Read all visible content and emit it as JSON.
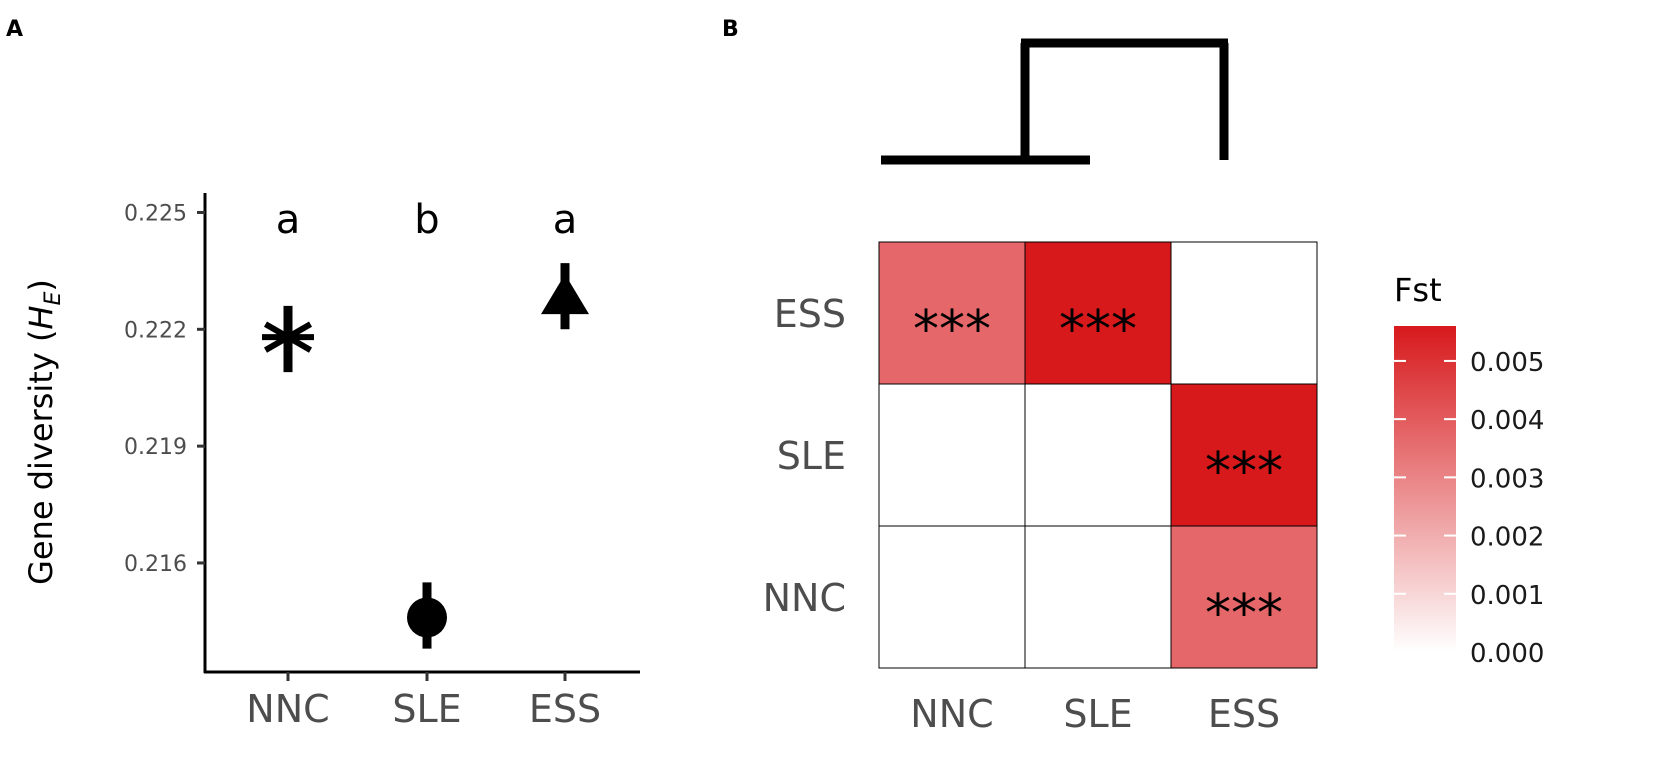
{
  "panels": {
    "a_label": "A",
    "b_label": "B"
  },
  "chart_data": [
    {
      "type": "scatter",
      "panel": "A",
      "title": "",
      "ylabel_prefix": "Gene diversity (",
      "ylabel_var": "H",
      "ylabel_sub": "E",
      "ylabel_suffix": ")",
      "xlabel": "",
      "categories": [
        "NNC",
        "SLE",
        "ESS"
      ],
      "values": [
        0.2218,
        0.2146,
        0.2228
      ],
      "errors": [
        [
          0.2209,
          0.2226
        ],
        [
          0.2138,
          0.2155
        ],
        [
          0.222,
          0.2237
        ]
      ],
      "markers": [
        "asterisk",
        "circle",
        "triangle"
      ],
      "significance_letters": [
        "a",
        "b",
        "a"
      ],
      "ylim": [
        0.2132,
        0.2255
      ],
      "yticks": [
        0.216,
        0.219,
        0.222,
        0.225
      ],
      "ytick_labels": [
        "0.216",
        "0.219",
        "0.222",
        "0.225"
      ],
      "grid": false
    },
    {
      "type": "heatmap",
      "panel": "B",
      "x_categories": [
        "NNC",
        "SLE",
        "ESS"
      ],
      "y_categories": [
        "ESS",
        "SLE",
        "NNC"
      ],
      "cells": [
        {
          "x": "NNC",
          "y": "ESS",
          "value": 0.0037,
          "label": "***"
        },
        {
          "x": "SLE",
          "y": "ESS",
          "value": 0.0056,
          "label": "***"
        },
        {
          "x": "ESS",
          "y": "ESS",
          "value": null,
          "label": ""
        },
        {
          "x": "NNC",
          "y": "SLE",
          "value": null,
          "label": ""
        },
        {
          "x": "SLE",
          "y": "SLE",
          "value": null,
          "label": ""
        },
        {
          "x": "ESS",
          "y": "SLE",
          "value": 0.0056,
          "label": "***"
        },
        {
          "x": "NNC",
          "y": "NNC",
          "value": null,
          "label": ""
        },
        {
          "x": "SLE",
          "y": "NNC",
          "value": null,
          "label": ""
        },
        {
          "x": "ESS",
          "y": "NNC",
          "value": 0.0037,
          "label": "***"
        }
      ],
      "legend": {
        "title": "Fst",
        "range": [
          0,
          0.0056
        ],
        "ticks": [
          0.0,
          0.001,
          0.002,
          0.003,
          0.004,
          0.005
        ],
        "tick_labels": [
          "0.000",
          "0.001",
          "0.002",
          "0.003",
          "0.004",
          "0.005"
        ],
        "low_color": "#ffffff",
        "high_color": "#d7191c",
        "placement": "right"
      },
      "dendrogram": {
        "leaves": [
          "NNC",
          "SLE",
          "ESS"
        ],
        "merges": [
          [
            "NNC",
            "SLE"
          ],
          [
            "NNC+SLE",
            "ESS"
          ]
        ]
      }
    }
  ]
}
